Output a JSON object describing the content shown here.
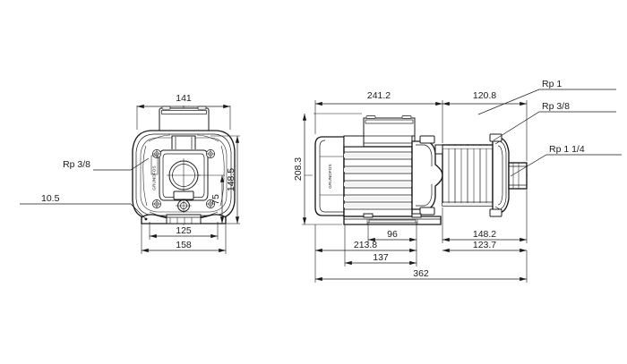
{
  "drawing": {
    "title": "Grundfos pump dimensional drawing",
    "units": "mm",
    "line_color": "#1a1a1a",
    "background_color": "#ffffff",
    "brand_text": "GRUNDFOS"
  },
  "front_view": {
    "name": "front-view",
    "dimensions": {
      "width_overall": "141",
      "height_overall": "148.5",
      "height_shaft_centre": "75",
      "base_bolt_spacing": "125",
      "base_width": "158",
      "base_hole": "10.5"
    },
    "callouts": {
      "drain_port": "Rp 3/8"
    }
  },
  "side_view": {
    "name": "side-view",
    "dimensions": {
      "motor_length": "241.2",
      "pump_head_length": "120.8",
      "height_overall": "208.3",
      "foot_hole_spacing": "96",
      "motor_to_flange": "213.8",
      "foot_front": "137",
      "chamber_length": "148.2",
      "discharge_offset": "123.7",
      "total_length": "362"
    },
    "callouts": {
      "discharge": "Rp 1",
      "priming_plug": "Rp 3/8",
      "suction": "Rp 1 1/4"
    }
  },
  "labels": {
    "d141": "141",
    "d1485": "148.5",
    "d75": "75",
    "d125": "125",
    "d158": "158",
    "d105": "10.5",
    "rp38_front": "Rp 3/8",
    "d2412": "241.2",
    "d1208": "120.8",
    "d2083": "208.3",
    "d96": "96",
    "d2138": "213.8",
    "d137": "137",
    "d1482": "148.2",
    "d1237": "123.7",
    "d362": "362",
    "rp1": "Rp 1",
    "rp38_side": "Rp 3/8",
    "rp114": "Rp 1 1/4"
  }
}
